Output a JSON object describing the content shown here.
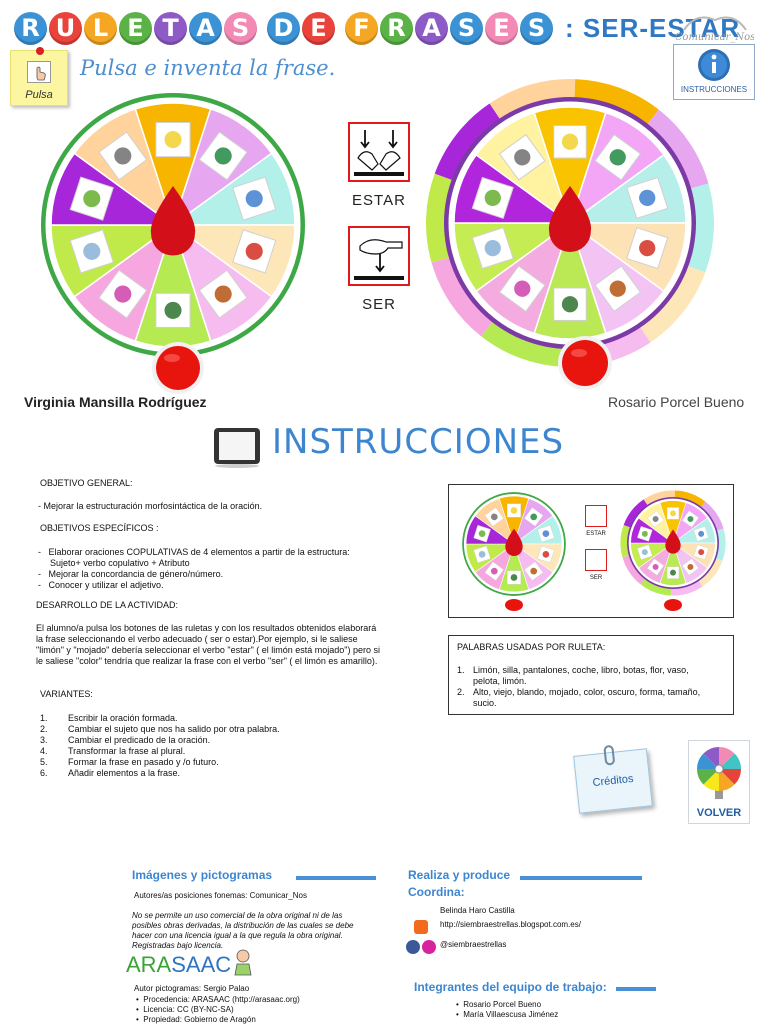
{
  "header": {
    "title_words": [
      "RULETAS",
      "DE",
      "FRASES"
    ],
    "title_sub": ": SER-ESTAR",
    "title_colors": [
      "#3b93d6",
      "#e9433b",
      "#f5a623",
      "#5bb347",
      "#8e5bc6",
      "#3b93d6",
      "#f28ab5"
    ],
    "brand_logo": "Comunicar_Nos",
    "pulsa_label": "Pulsa",
    "subtitle": "Pulsa e inventa la frase.",
    "instrucciones_label": "INSTRUCCIONES"
  },
  "wheels": {
    "left_colors": [
      "#f7b500",
      "#e6a7f0",
      "#b3f0ea",
      "#fde6b8",
      "#f6bcf0",
      "#b5ea52",
      "#f7a7e0",
      "#c0ea4a",
      "#a726d9",
      "#ffd39b"
    ],
    "right_inner_colors": [
      "#fac300",
      "#f3a6f5",
      "#b6efe9",
      "#fde2b5",
      "#f3c4f3",
      "#bbe855",
      "#f4abe0",
      "#c6ec53",
      "#b126dd",
      "#fff2a0"
    ],
    "left_icons": [
      "lemon-icon",
      "chair-icon",
      "trousers-icon",
      "car-icon",
      "book-icon",
      "boots-icon",
      "flower-icon",
      "glass-icon",
      "ball-icon",
      "ball-icon"
    ],
    "right_icons": [
      "old-people-icon",
      "car-icon",
      "soft-icon",
      "wet-icon",
      "color-icon",
      "dark-icon",
      "shapes-icon",
      "question-icon",
      "dirty-icon",
      "tall-icon"
    ]
  },
  "verbs": {
    "estar": "ESTAR",
    "ser": "SER"
  },
  "authors": {
    "left": "Virginia Mansilla Rodríguez",
    "right": "Rosario Porcel Bueno"
  },
  "instructions": {
    "title": "INSTRUCCIONES",
    "objetivo_general_head": "OBJETIVO GENERAL:",
    "objetivo_general": "-   Mejorar la estructuración morfosintáctica de la oración.",
    "objetivos_especificos_head": "OBJETIVOS ESPECÍFICOS :",
    "objetivos_especificos": [
      "Elaborar oraciones COPULATIVAS de 4 elementos a partir de la estructura:",
      "Sujeto+ verbo copulativo + Atributo",
      "Mejorar la concordancia  de género/número.",
      "Conocer y  utilizar el adjetivo."
    ],
    "desarrollo_head": "DESARROLLO DE LA ACTIVIDAD:",
    "desarrollo_lines": [
      "El alumno/a pulsa  los botones de las ruletas y con los resultados obtenidos elaborará",
      "la frase seleccionando el verbo adecuado ( ser o estar).Por ejemplo, si le saliese",
      "\"limón\" y \"mojado\" debería seleccionar el verbo \"estar\" ( el limón está mojado\") pero si",
      "le saliese \"color\" tendría que realizar la frase con el verbo \"ser\" ( el limón es amarillo)."
    ],
    "variantes_head": "VARIANTES:",
    "variantes": [
      {
        "n": "1.",
        "t": "Escribir la oración formada."
      },
      {
        "n": "2.",
        "t": "Cambiar el sujeto que nos ha salido por otra palabra."
      },
      {
        "n": "3.",
        "t": "Cambiar el predicado de la oración."
      },
      {
        "n": "4.",
        "t": "Transformar  la frase al plural."
      },
      {
        "n": "5.",
        "t": "Formar la frase en pasado y /o futuro."
      },
      {
        "n": "6.",
        "t": "Añadir elementos  a la frase."
      }
    ]
  },
  "mini_preview": {
    "estar": "ESTAR",
    "ser": "SER"
  },
  "palabras": {
    "head": "PALABRAS USADAS POR RULETA:",
    "items": [
      {
        "n": "1.",
        "t1": "Limón, silla, pantalones, coche, libro, botas, flor, vaso,",
        "t2": "pelota, limón."
      },
      {
        "n": "2.",
        "t1": "Alto, viejo, blando, mojado, color, oscuro, forma, tamaño,",
        "t2": "sucio."
      }
    ]
  },
  "buttons": {
    "creditos": "Créditos",
    "volver": "VOLVER"
  },
  "credits": {
    "imagenes_head": "Imágenes y pictogramas",
    "autores_line": "Autores/as posiciones fonemas: Comunicar_Nos",
    "license_lines": [
      "No se permite un uso comercial de la obra original ni de las",
      "posibles obras derivadas, la distribución de las cuales se debe",
      "hacer con una licencia igual a la que regula la obra original.",
      "Registradas bajo licencia."
    ],
    "arasaac_a": "ARA",
    "arasaac_b": "SAAC",
    "autor_picto": "Autor pictogramas: Sergio Palao",
    "picto_items": [
      "Procedencia: ARASAAC (http://arasaac.org)",
      "Licencia: CC (BY-NC-SA)",
      "Propiedad: Gobierno de Aragón"
    ],
    "realiza_head": "Realiza y produce",
    "coordina_head": "Coordina:",
    "coordina_name": "Belinda Haro Castilla",
    "blog_url": "http://siembraestrellas.blogspot.com.es/",
    "social_handle": "@siembraestrellas",
    "integrantes_head": "Integrantes del equipo de trabajo:",
    "integrantes": [
      "Rosario Porcel Bueno",
      "María Villaescusa Jiménez"
    ]
  }
}
